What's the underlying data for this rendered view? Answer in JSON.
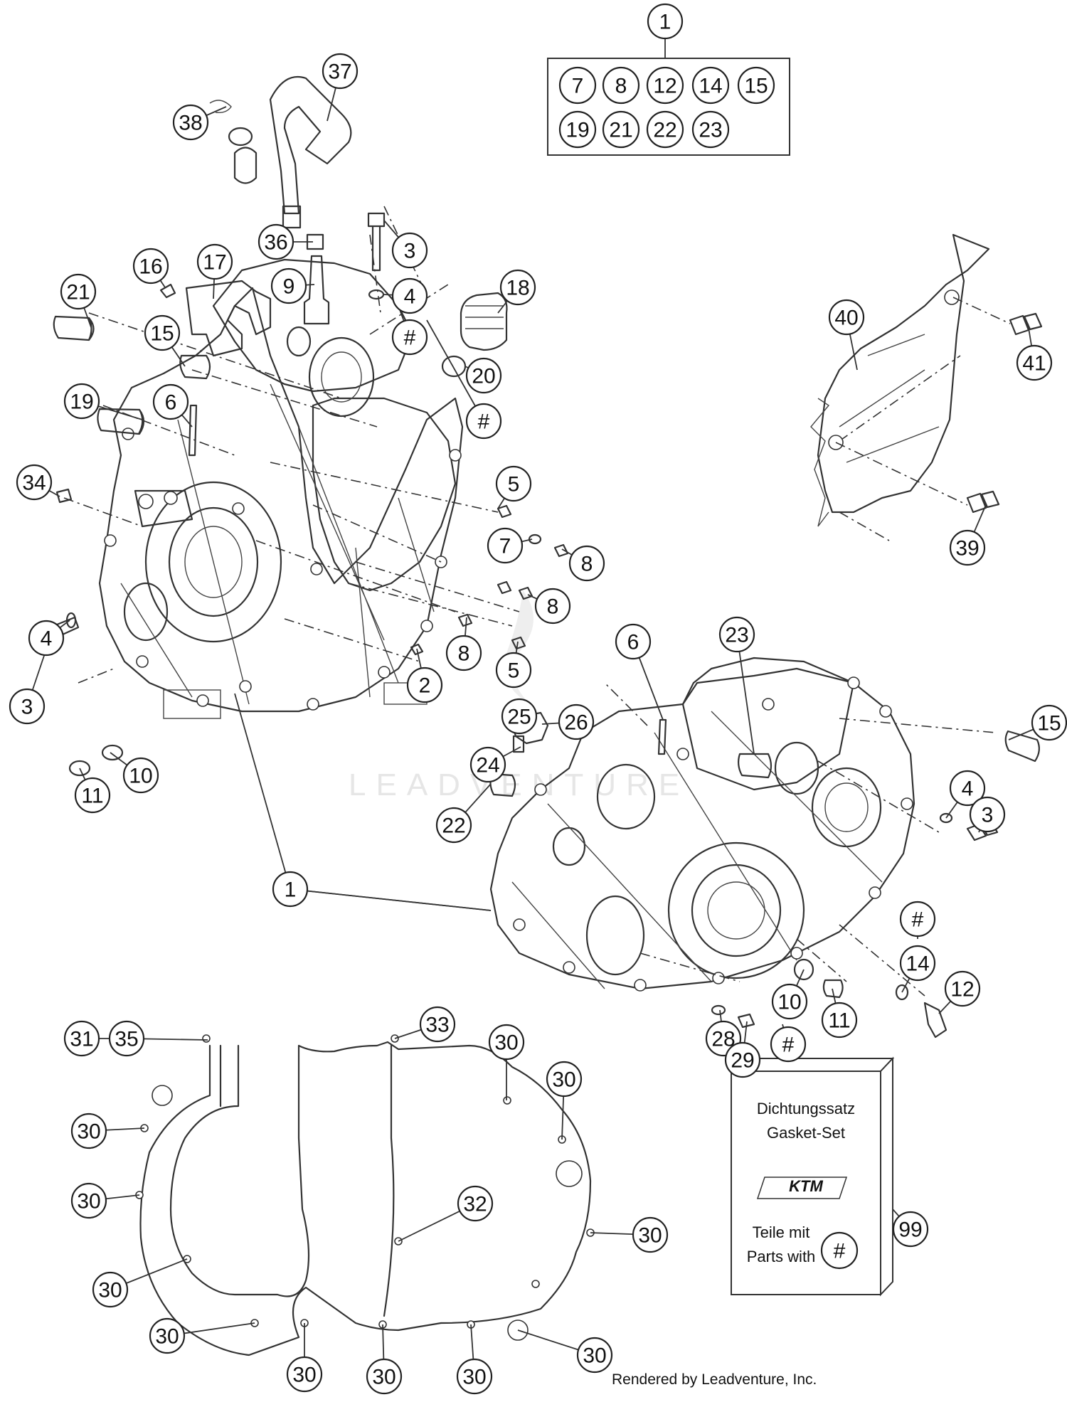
{
  "watermark": "LEADVENTURE",
  "footer": "Rendered by Leadventure, Inc.",
  "gasket_kit": {
    "line1": "Dichtungssatz",
    "line2": "Gasket-Set",
    "brand": "KTM",
    "line3": "Teile mit",
    "line4": "Parts with",
    "symbol": "#",
    "ref": "99"
  },
  "kit_contents": [
    "7",
    "8",
    "12",
    "14",
    "15",
    "19",
    "21",
    "22",
    "23"
  ],
  "callouts": [
    "1",
    "37",
    "38",
    "36",
    "3",
    "9",
    "4",
    "16",
    "17",
    "21",
    "18",
    "#",
    "15",
    "20",
    "#",
    "19",
    "6",
    "34",
    "5",
    "7",
    "8",
    "8",
    "4",
    "8",
    "5",
    "2",
    "3",
    "10",
    "11",
    "40",
    "41",
    "39",
    "6",
    "23",
    "25",
    "26",
    "24",
    "15",
    "4",
    "3",
    "22",
    "1",
    "#",
    "14",
    "12",
    "10",
    "11",
    "28",
    "29",
    "#",
    "31",
    "35",
    "33",
    "30",
    "30",
    "30",
    "30",
    "32",
    "30",
    "30",
    "30",
    "30",
    "30",
    "30",
    "30",
    "99"
  ]
}
